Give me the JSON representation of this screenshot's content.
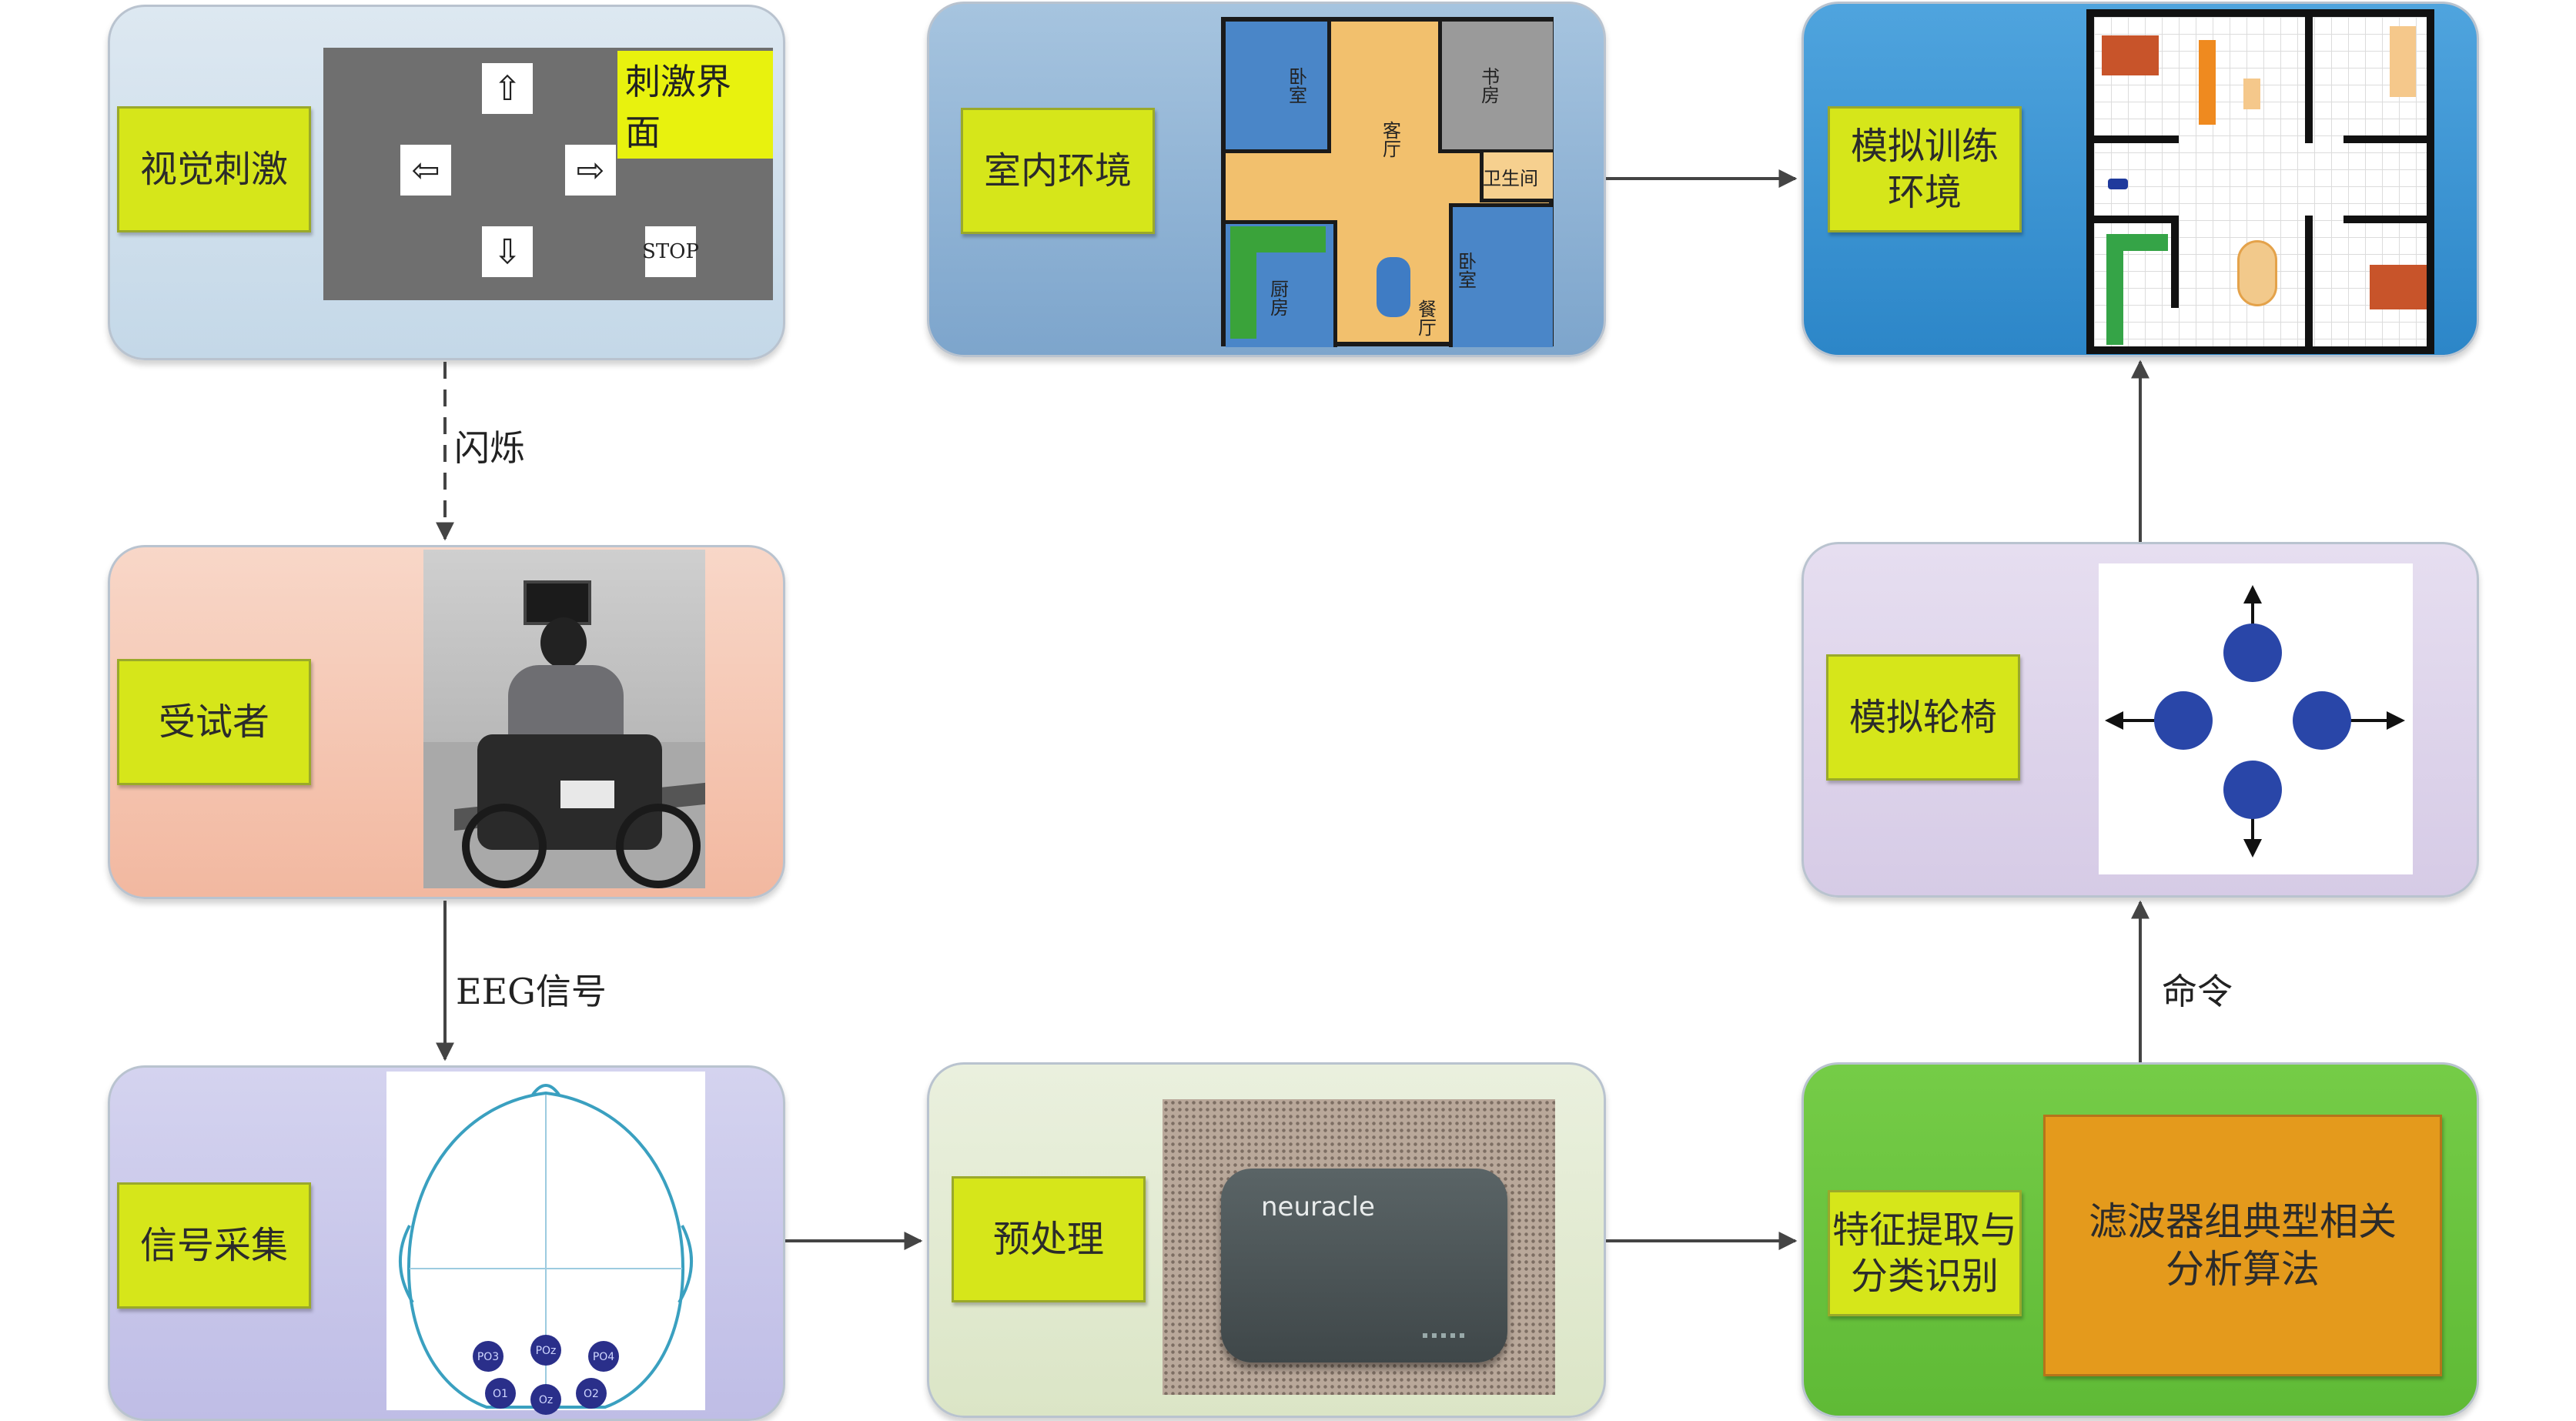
{
  "nodes": {
    "visual_stimulus": "视觉刺激",
    "stimulus_interface": "刺激界面",
    "indoor_env": "室内环境",
    "sim_train_env": "模拟训练\n环境",
    "subject": "受试者",
    "sim_wheelchair": "模拟轮椅",
    "signal_acq": "信号采集",
    "preprocess": "预处理",
    "feature": "特征提取与\n分类识别",
    "algorithm": "滤波器组典型相关\n分析算法"
  },
  "edges": {
    "flicker": "闪烁",
    "eeg": "EEG信号",
    "command": "命令"
  },
  "stimulus_keys": {
    "up": "⇧",
    "left": "⇦",
    "right": "⇨",
    "down": "⇩",
    "stop": "STOP"
  },
  "floorplan_rooms": {
    "bedroom1": "卧室",
    "living": "客厅",
    "study": "书房",
    "bathroom": "卫生间",
    "kitchen": "厨房",
    "dining": "餐厅",
    "bedroom2": "卧室"
  },
  "electrodes": [
    "PO3",
    "POz",
    "PO4",
    "O1",
    "Oz",
    "O2"
  ],
  "device_brand": "neuracle",
  "colors": {
    "panel_blue_light": "#cfe0ee",
    "panel_blue_mid": "#8fb3d4",
    "panel_blue_dark": "#2f8fd0",
    "panel_pink": "#f6c9b6",
    "panel_lavender": "#dcd3ea",
    "panel_lavender_blue": "#c9c8ea",
    "panel_pale_green": "#e3ebd2",
    "panel_green": "#6cc63e",
    "label_yellow": "#d6e61a",
    "algo_orange": "#e49a1c",
    "stim_bg": "#6f6f6f",
    "dot_blue": "#2946a8"
  }
}
